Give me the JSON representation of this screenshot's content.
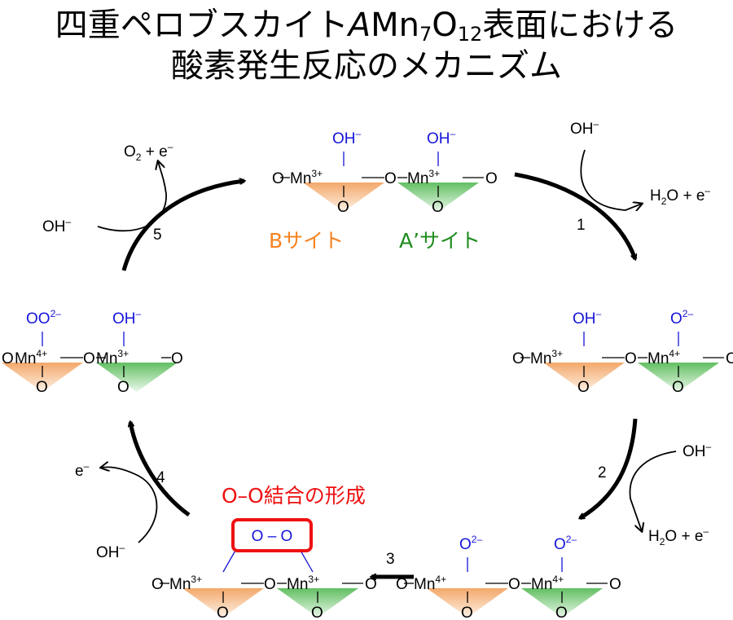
{
  "title": {
    "line1_pre": "四重ペロブスカイト",
    "line1_italic": "A",
    "line1_mn": "Mn",
    "line1_sub7": "7",
    "line1_o": "O",
    "line1_sub12": "12",
    "line1_post": "表面における",
    "line2": "酸素発生反応のメカニズム"
  },
  "labels": {
    "o": "O",
    "mn": "Mn",
    "oh": "OH",
    "o2": "O",
    "oo2": "OO",
    "minus": "–",
    "sup_minus": "–",
    "sup_2minus": "2–",
    "sup_3plus": "3+",
    "sup_4plus": "4+",
    "b_site": "Bサイト",
    "a_site": "A’サイト",
    "oo_bond": "O – O",
    "oo_formation": "O–O結合の形成",
    "h2o_e": "H",
    "h2o_sub": "2",
    "h2o_rest": "O + e",
    "o2_o": "O",
    "o2_sub": "2",
    "o2_rest": " + e",
    "e": "e"
  },
  "steps": [
    "1",
    "2",
    "3",
    "4",
    "5"
  ],
  "colors": {
    "b_site": "#f58220",
    "a_site": "#1e8c1e",
    "adsorbate": "#1515d8",
    "highlight": "#ee1111",
    "arrow": "#000000"
  }
}
